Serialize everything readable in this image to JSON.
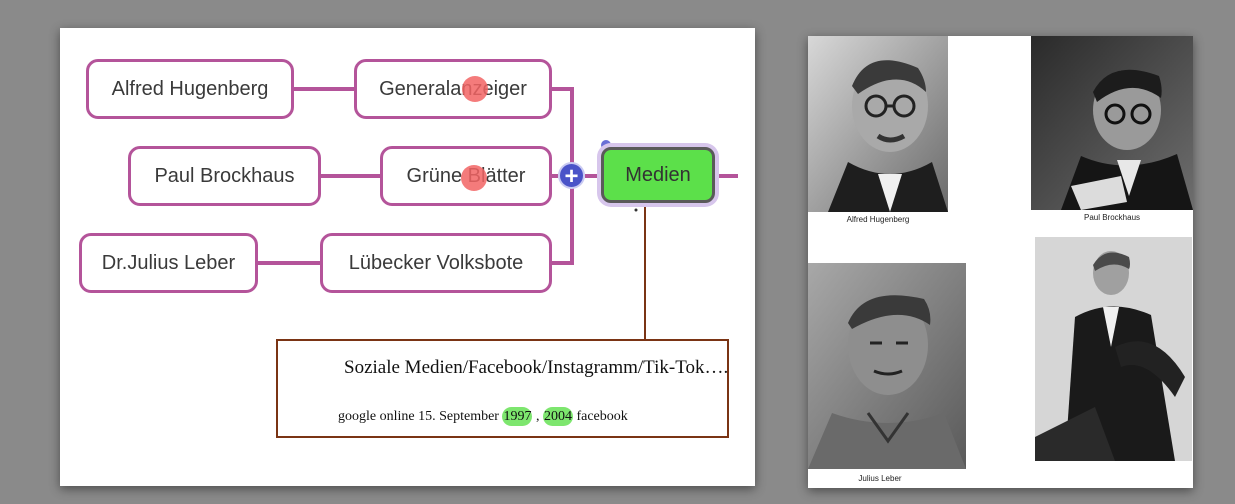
{
  "mindmap": {
    "nodes": {
      "alfred": "Alfred Hugenberg",
      "generalanzeiger": "Generalanzeiger",
      "paul": "Paul Brockhaus",
      "gruene": "Grüne Blätter",
      "julius": "Dr.Julius Leber",
      "luebecker": "Lübecker Volksbote",
      "medien": "Medien"
    },
    "add_button": "+",
    "note": {
      "line1": "Soziale Medien/Facebook/Instagramm/Tik-Tok….",
      "line2_prefix": "google online 15. September ",
      "year1": "1997",
      "line2_mid": " , ",
      "year2": "2004",
      "line2_suffix": " facebook"
    }
  },
  "photos": {
    "captions": {
      "alfred": "Alfred Hugenberg",
      "paul": "Paul Brockhaus",
      "julius": "Julius Leber"
    }
  },
  "colors": {
    "node_border": "#b4549a",
    "highlight_red": "#f26a6a",
    "highlight_green": "#5ce04a",
    "note_border": "#7a3414",
    "plus_button": "#4a53c8"
  }
}
